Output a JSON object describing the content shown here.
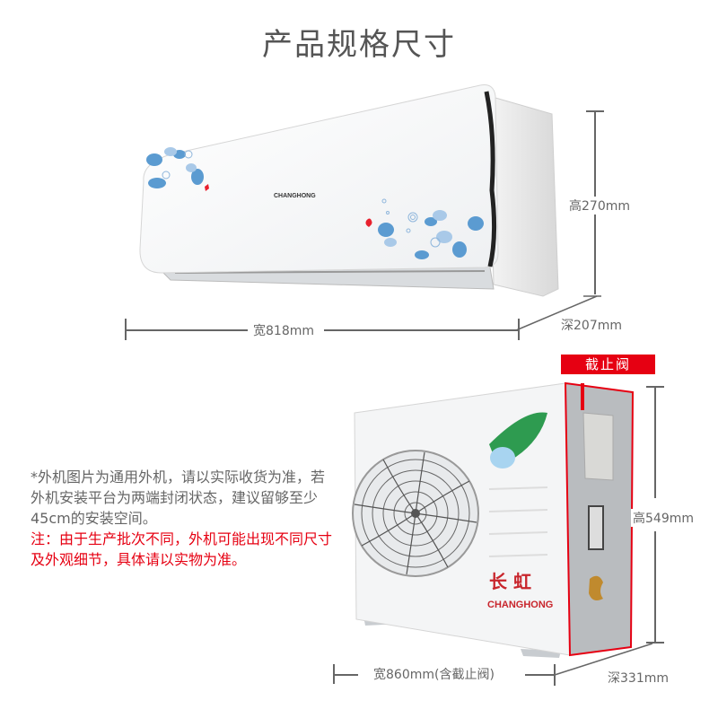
{
  "title": "产品规格尺寸",
  "indoor_unit": {
    "brand_logo": "CHANGHONG",
    "height_label": "高270mm",
    "width_label": "宽818mm",
    "depth_label": "深207mm"
  },
  "outdoor_unit": {
    "brand_cn": "长虹",
    "brand_en": "CHANGHONG",
    "valve_badge": "截止阀",
    "height_label": "高549mm",
    "width_label": "宽860mm(含截止阀)",
    "depth_label": "深331mm"
  },
  "notes": {
    "gray_text": "*外机图片为通用外机，请以实际收货为准，若外机安装平台为两端封闭状态，建议留够至少45cm的安装空间。",
    "red_text": "注：由于生产批次不同，外机可能出现不同尺寸及外观细节，具体请以实物为准。"
  },
  "colors": {
    "accent_red": "#e60012",
    "dimension_gray": "#666666",
    "text_gray": "#555555"
  }
}
